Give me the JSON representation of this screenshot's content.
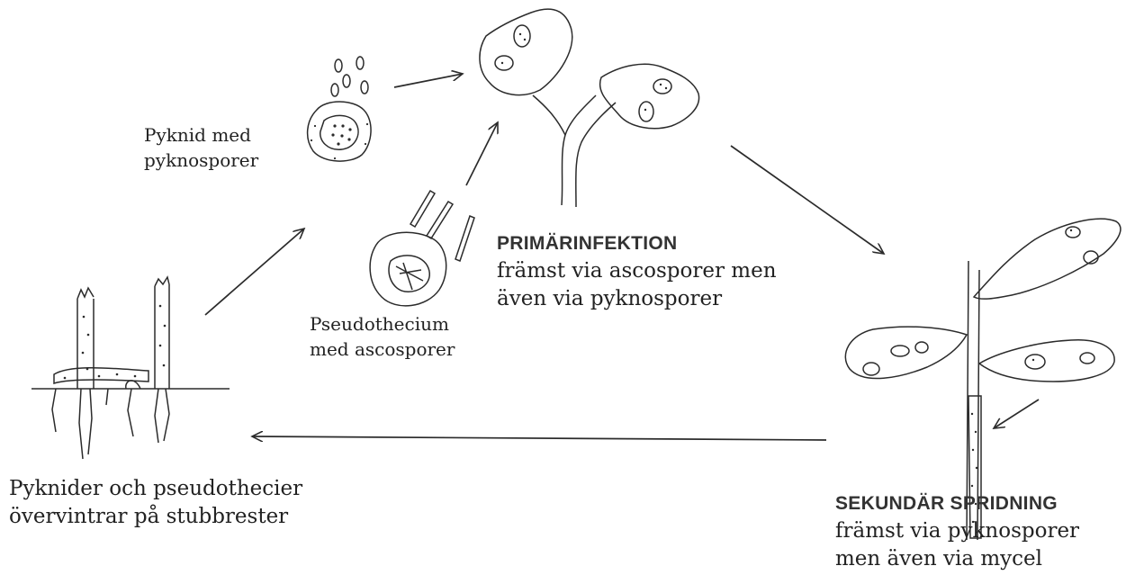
{
  "labels": {
    "pyknid": [
      "Pyknid med",
      "pyknosporer"
    ],
    "pseudothecium": [
      "Pseudothecium",
      "med ascosporer"
    ],
    "primary": {
      "heading": "PRIMÄRINFEKTION",
      "lines": [
        "främst via ascosporer men",
        "även via pyknosporer"
      ]
    },
    "secondary": {
      "heading": "SEKUNDÄR SPRIDNING",
      "lines": [
        "främst via pyknosporer",
        "men även via mycel"
      ]
    },
    "overwinter": [
      "Pyknider och pseudothecier",
      "övervintrar på stubbrester"
    ]
  },
  "colors": {
    "ink": "#2b2b2b",
    "background": "#ffffff"
  }
}
